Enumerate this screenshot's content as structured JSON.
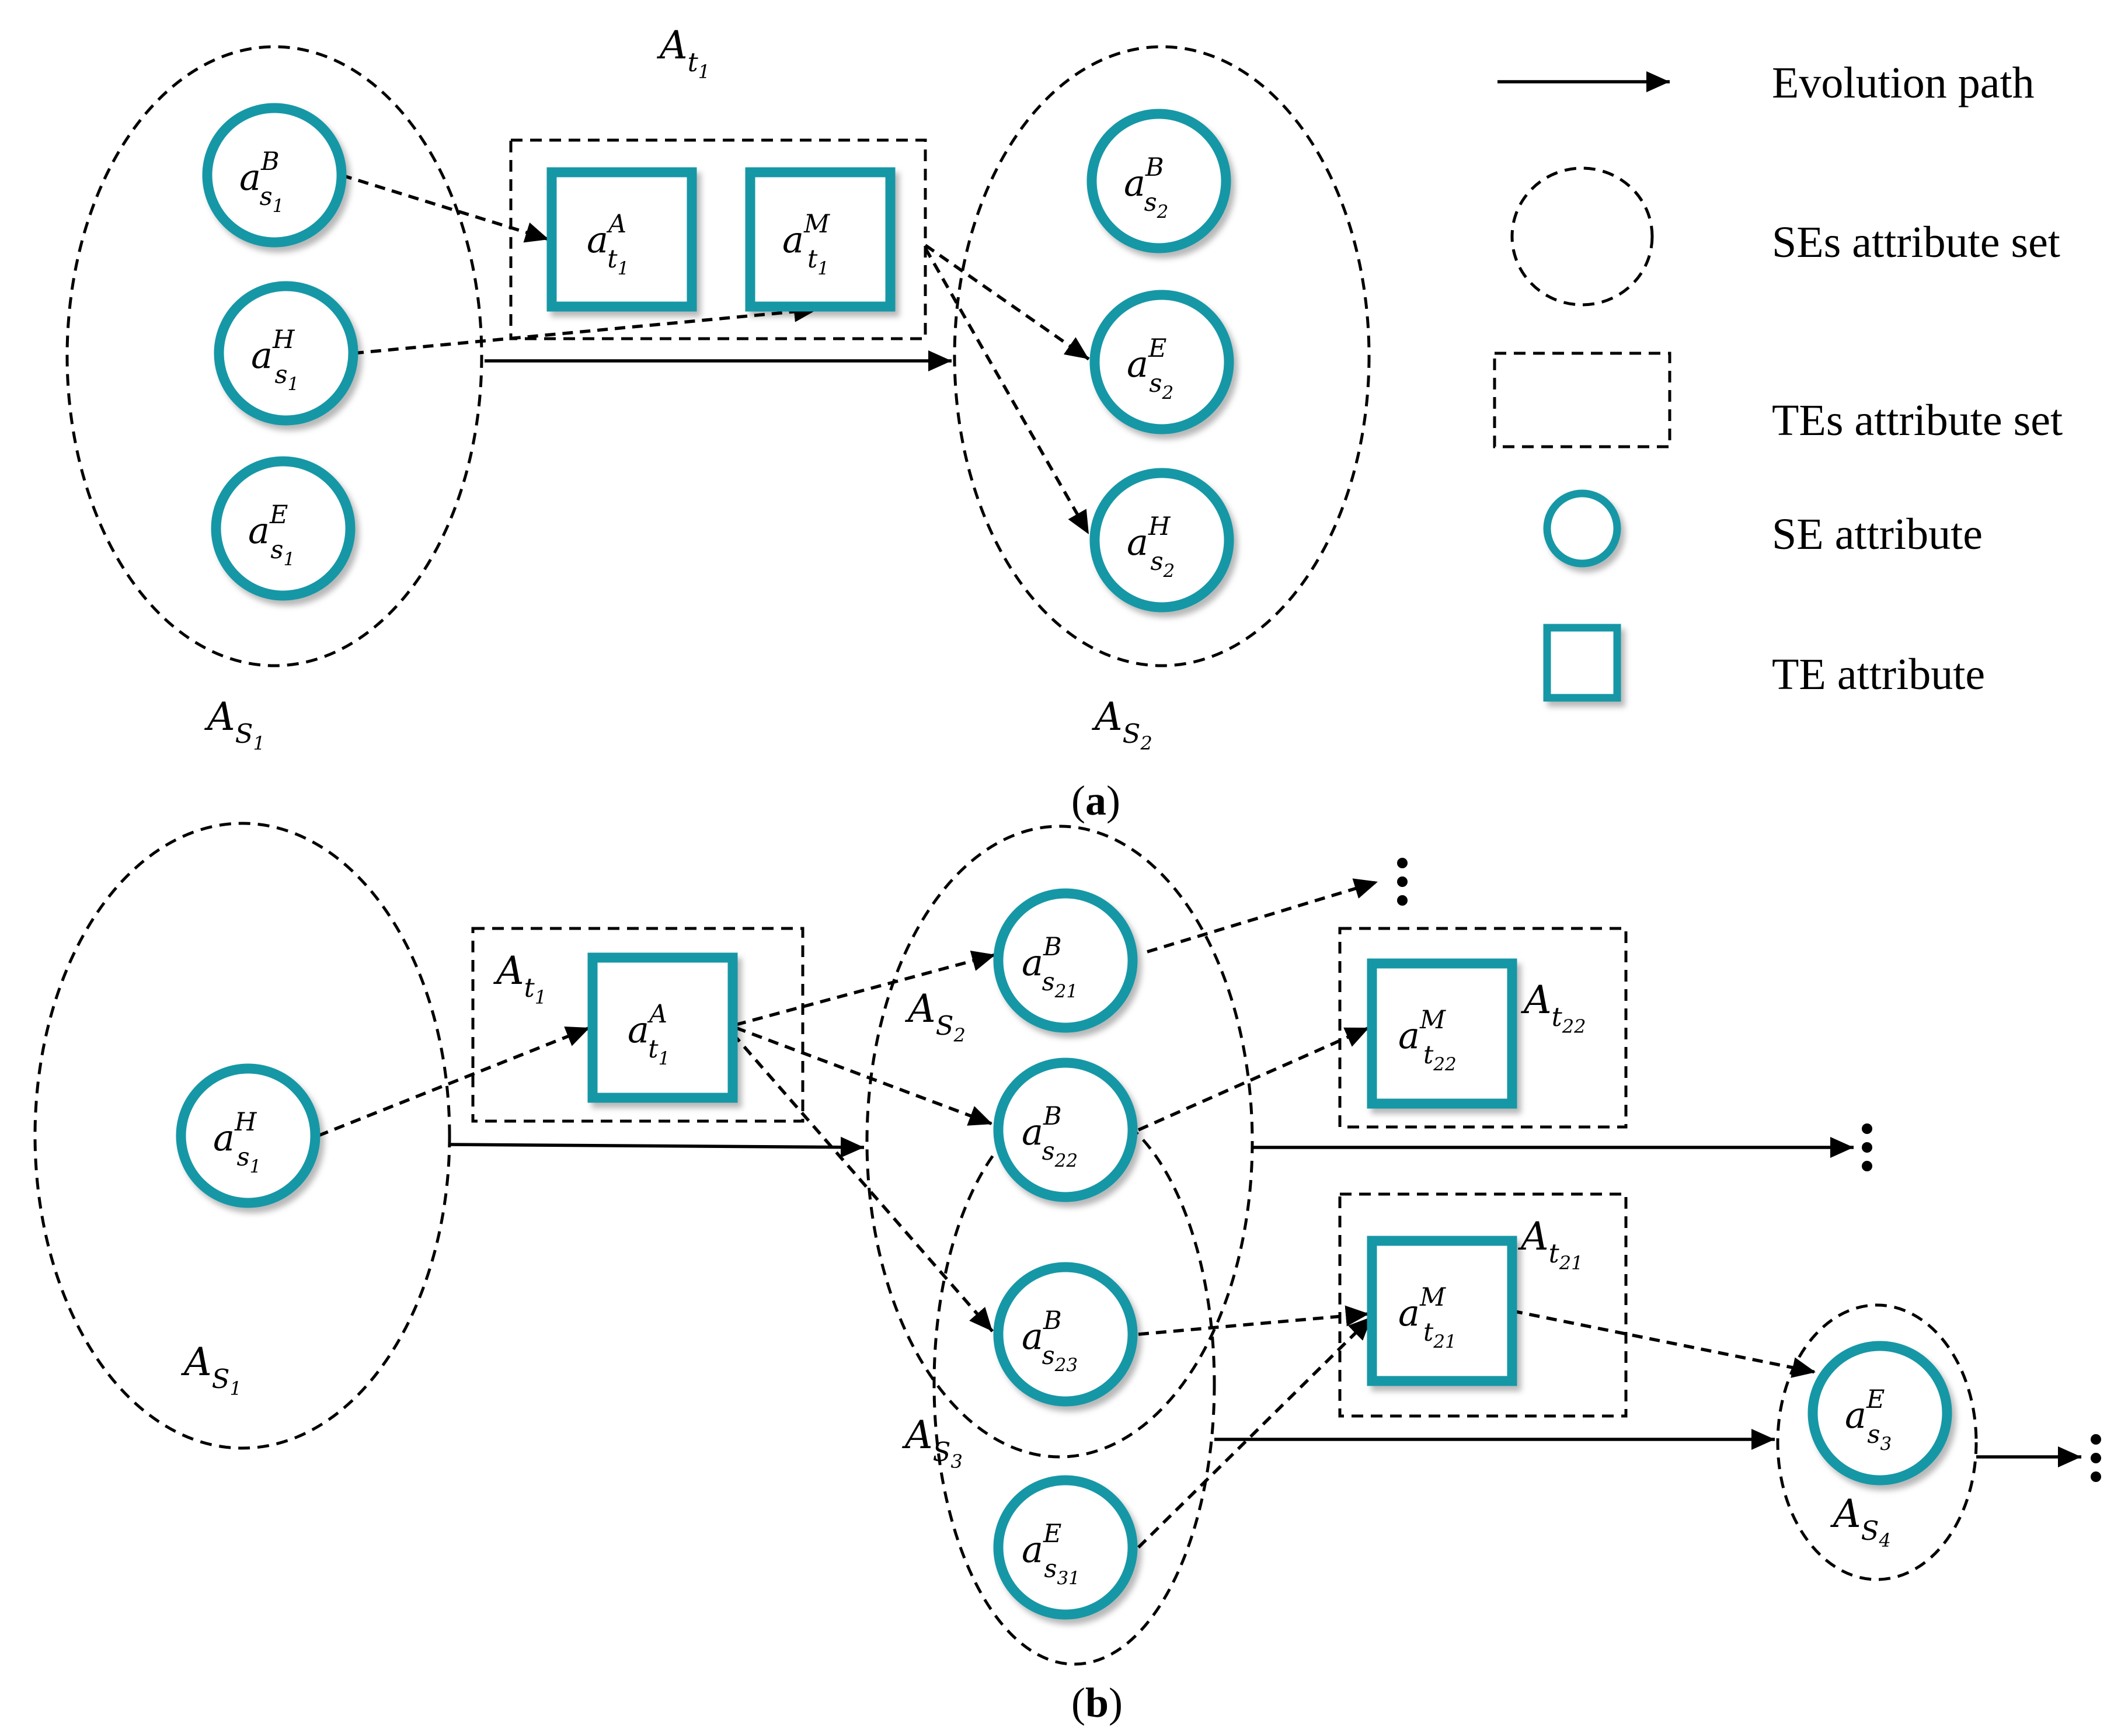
{
  "legend": {
    "evolution_path": "Evolution path",
    "ses_attribute_set": "SEs attribute set",
    "tes_attribute_set": "TEs attribute set",
    "se_attribute": "SE attribute",
    "te_attribute": "TE attribute"
  },
  "captions": {
    "a": "a",
    "b": "b"
  },
  "panel_a": {
    "sets": {
      "As1": {
        "base": "A",
        "sub": "S",
        "subsub": "1"
      },
      "At1": {
        "base": "A",
        "sub": "t",
        "subsub": "1"
      },
      "As2": {
        "base": "A",
        "sub": "S",
        "subsub": "2"
      }
    },
    "nodes": {
      "as1B": {
        "base": "a",
        "sup": "B",
        "sub": "s",
        "subsub": "1"
      },
      "as1H": {
        "base": "a",
        "sup": "H",
        "sub": "s",
        "subsub": "1"
      },
      "as1E": {
        "base": "a",
        "sup": "E",
        "sub": "s",
        "subsub": "1"
      },
      "at1A": {
        "base": "a",
        "sup": "A",
        "sub": "t",
        "subsub": "1"
      },
      "at1M": {
        "base": "a",
        "sup": "M",
        "sub": "t",
        "subsub": "1"
      },
      "as2B": {
        "base": "a",
        "sup": "B",
        "sub": "s",
        "subsub": "2"
      },
      "as2E": {
        "base": "a",
        "sup": "E",
        "sub": "s",
        "subsub": "2"
      },
      "as2H": {
        "base": "a",
        "sup": "H",
        "sub": "s",
        "subsub": "2"
      }
    }
  },
  "panel_b": {
    "sets": {
      "As1": {
        "base": "A",
        "sub": "S",
        "subsub": "1"
      },
      "At1": {
        "base": "A",
        "sub": "t",
        "subsub": "1"
      },
      "As2": {
        "base": "A",
        "sub": "S",
        "subsub": "2"
      },
      "At22": {
        "base": "A",
        "sub": "t",
        "subsub": "22"
      },
      "At21": {
        "base": "A",
        "sub": "t",
        "subsub": "21"
      },
      "As3": {
        "base": "A",
        "sub": "S",
        "subsub": "3"
      },
      "As4": {
        "base": "A",
        "sub": "S",
        "subsub": "4"
      }
    },
    "nodes": {
      "as1H": {
        "base": "a",
        "sup": "H",
        "sub": "s",
        "subsub": "1"
      },
      "at1A": {
        "base": "a",
        "sup": "A",
        "sub": "t",
        "subsub": "1"
      },
      "as21B": {
        "base": "a",
        "sup": "B",
        "sub": "s",
        "subsub": "21"
      },
      "as22B": {
        "base": "a",
        "sup": "B",
        "sub": "s",
        "subsub": "22"
      },
      "as23B": {
        "base": "a",
        "sup": "B",
        "sub": "s",
        "subsub": "23"
      },
      "as31E": {
        "base": "a",
        "sup": "E",
        "sub": "s",
        "subsub": "31"
      },
      "at22M": {
        "base": "a",
        "sup": "M",
        "sub": "t",
        "subsub": "22"
      },
      "at21M": {
        "base": "a",
        "sup": "M",
        "sub": "t",
        "subsub": "21"
      },
      "as3E": {
        "base": "a",
        "sup": "E",
        "sub": "s",
        "subsub": "3"
      }
    }
  }
}
